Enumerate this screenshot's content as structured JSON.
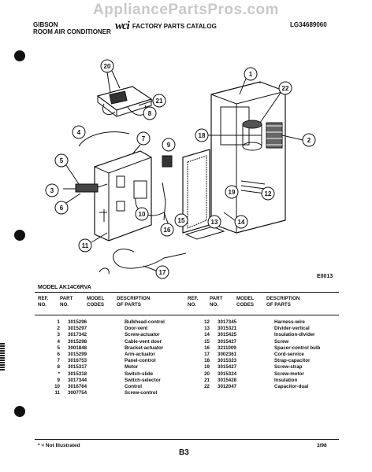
{
  "watermark": "AppliancePartsPros.com",
  "header": {
    "brand": "GIBSON",
    "product": "ROOM AIR CONDITIONER",
    "logo_text": "wci",
    "catalog_title": "FACTORY PARTS CATALOG",
    "catalog_number": "LG34689060"
  },
  "diagram": {
    "callouts": [
      "20",
      "21",
      "8",
      "1",
      "22",
      "4",
      "7",
      "9",
      "18",
      "2",
      "5",
      "3",
      "6",
      "10",
      "19",
      "12",
      "16",
      "15",
      "13",
      "14",
      "11",
      "17"
    ],
    "figure_code": "E0013"
  },
  "model_label": "MODEL AK14C6RVA",
  "table": {
    "headers": {
      "ref": [
        "REF.",
        "NO."
      ],
      "part": [
        "PART",
        "NO."
      ],
      "codes": [
        "MODEL",
        "CODES"
      ],
      "desc": [
        "DESCRIPTION",
        "OF PARTS"
      ]
    },
    "left": [
      {
        "ref": "1",
        "part": "3015296",
        "desc": "Bulkhead-control"
      },
      {
        "ref": "2",
        "part": "3015297",
        "desc": "Door-vent"
      },
      {
        "ref": "3",
        "part": "3017342",
        "desc": "Screw-actuator"
      },
      {
        "ref": "4",
        "part": "3015298",
        "desc": "Cable-vent door"
      },
      {
        "ref": "5",
        "part": "3001848",
        "desc": "Bracket-actuator"
      },
      {
        "ref": "6",
        "part": "3015299",
        "desc": "Arm-actuator"
      },
      {
        "ref": "7",
        "part": "3016753",
        "desc": "Panel-control"
      },
      {
        "ref": "8",
        "part": "3015317",
        "desc": "Motor"
      },
      {
        "ref": "*",
        "part": "3015318",
        "desc": "Switch-slide"
      },
      {
        "ref": "9",
        "part": "3017344",
        "desc": "Switch-selector"
      },
      {
        "ref": "10",
        "part": "3016764",
        "desc": "Control"
      },
      {
        "ref": "11",
        "part": "3007754",
        "desc": "Screw-control"
      }
    ],
    "right": [
      {
        "ref": "12",
        "part": "3017345",
        "desc": "Harness-wire"
      },
      {
        "ref": "13",
        "part": "3015321",
        "desc": "Divider-vertical"
      },
      {
        "ref": "14",
        "part": "3015425",
        "desc": "Insulation-divider"
      },
      {
        "ref": "15",
        "part": "3015427",
        "desc": "Screw"
      },
      {
        "ref": "16",
        "part": "3211009",
        "desc": "Spacer-control bulb"
      },
      {
        "ref": "17",
        "part": "3002361",
        "desc": "Cord-service"
      },
      {
        "ref": "18",
        "part": "3015323",
        "desc": "Strap-capacitor"
      },
      {
        "ref": "19",
        "part": "3015427",
        "desc": "Screw-strap"
      },
      {
        "ref": "20",
        "part": "3015324",
        "desc": "Screw-motor"
      },
      {
        "ref": "21",
        "part": "3015428",
        "desc": "Insulation"
      },
      {
        "ref": "22",
        "part": "3012047",
        "desc": "Capacitor-dual"
      }
    ]
  },
  "footer": {
    "footnote": "* = Not Illustrated",
    "page": "B3",
    "date": "3/98"
  }
}
